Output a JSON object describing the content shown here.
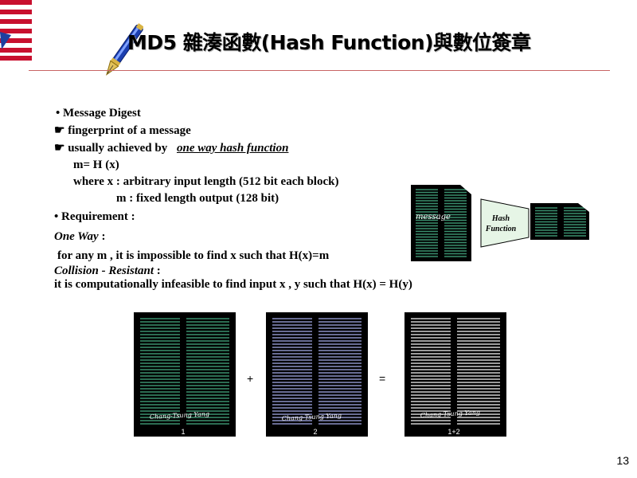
{
  "slide": {
    "title": "MD5 雜湊函數(Hash Function)與數位簽章",
    "page_number": "13"
  },
  "bullets": {
    "b1": "• Message Digest",
    "b2_prefix": "☛",
    "b2": "fingerprint of a  message",
    "b3_prefix": "☛",
    "b3_text": "usually achieved by",
    "b3_link": "one way hash function",
    "formula1": "m= H (x)",
    "formula2": "where   x  : arbitrary input length (512 bit each block)",
    "formula3": "m :  fixed length output (128 bit)",
    "b4": "• Requirement :",
    "one_way_label": "One Way",
    "one_way_colon": " :",
    "one_way_desc": "for any m , it is impossible to find x such that H(x)=m",
    "collision_label": "Collision - Resistant",
    "collision_colon": " :",
    "collision_desc": "it is computationally infeasible to find input x , y such that H(x) = H(y)"
  },
  "hash_diagram": {
    "message_label": "message",
    "function_label_1": "Hash",
    "function_label_2": "Function"
  },
  "documents": [
    {
      "caption": "1",
      "signature": "Chang-Tsung Yang"
    },
    {
      "caption": "2",
      "signature": "Chang-Tsung Yang"
    },
    {
      "caption": "1+2",
      "signature": "Chang-Tsung Yang"
    }
  ],
  "operators": {
    "plus": "+",
    "equals": "="
  },
  "colors": {
    "doc1_lines": "#3a8f6e",
    "doc2_lines": "#8a8fc4",
    "doc3_lines": "#cfcfcf",
    "hash_box_fill": "#e6f5e6",
    "rule": "#c86464"
  }
}
